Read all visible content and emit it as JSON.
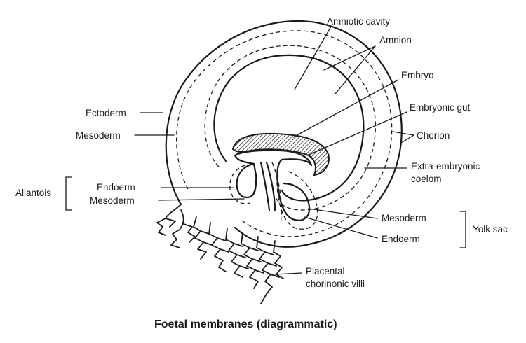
{
  "labels": {
    "amniotic_cavity": "Amniotic cavity",
    "amnion": "Amnion",
    "embryo": "Embryo",
    "embryonic_gut": "Embryonic gut",
    "chorion": "Chorion",
    "ectoderm": "Ectoderm",
    "mesoderm_outer": "Mesoderm",
    "extra_embryonic_1": "Extra-embryonic",
    "extra_embryonic_2": "coelom",
    "allantois": "Allantois",
    "allantois_endoerm": "Endoerm",
    "allantois_mesoderm": "Mesoderm",
    "yolk_mesoderm": "Mesoderm",
    "yolk_endoerm": "Endoerm",
    "yolk_sac": "Yolk sac",
    "placental_1": "Placental",
    "placental_2": "chorinonic villi"
  },
  "caption": "Foetal membranes (diagrammatic)",
  "colors": {
    "ink": "#1a1a1a",
    "background": "#ffffff"
  }
}
